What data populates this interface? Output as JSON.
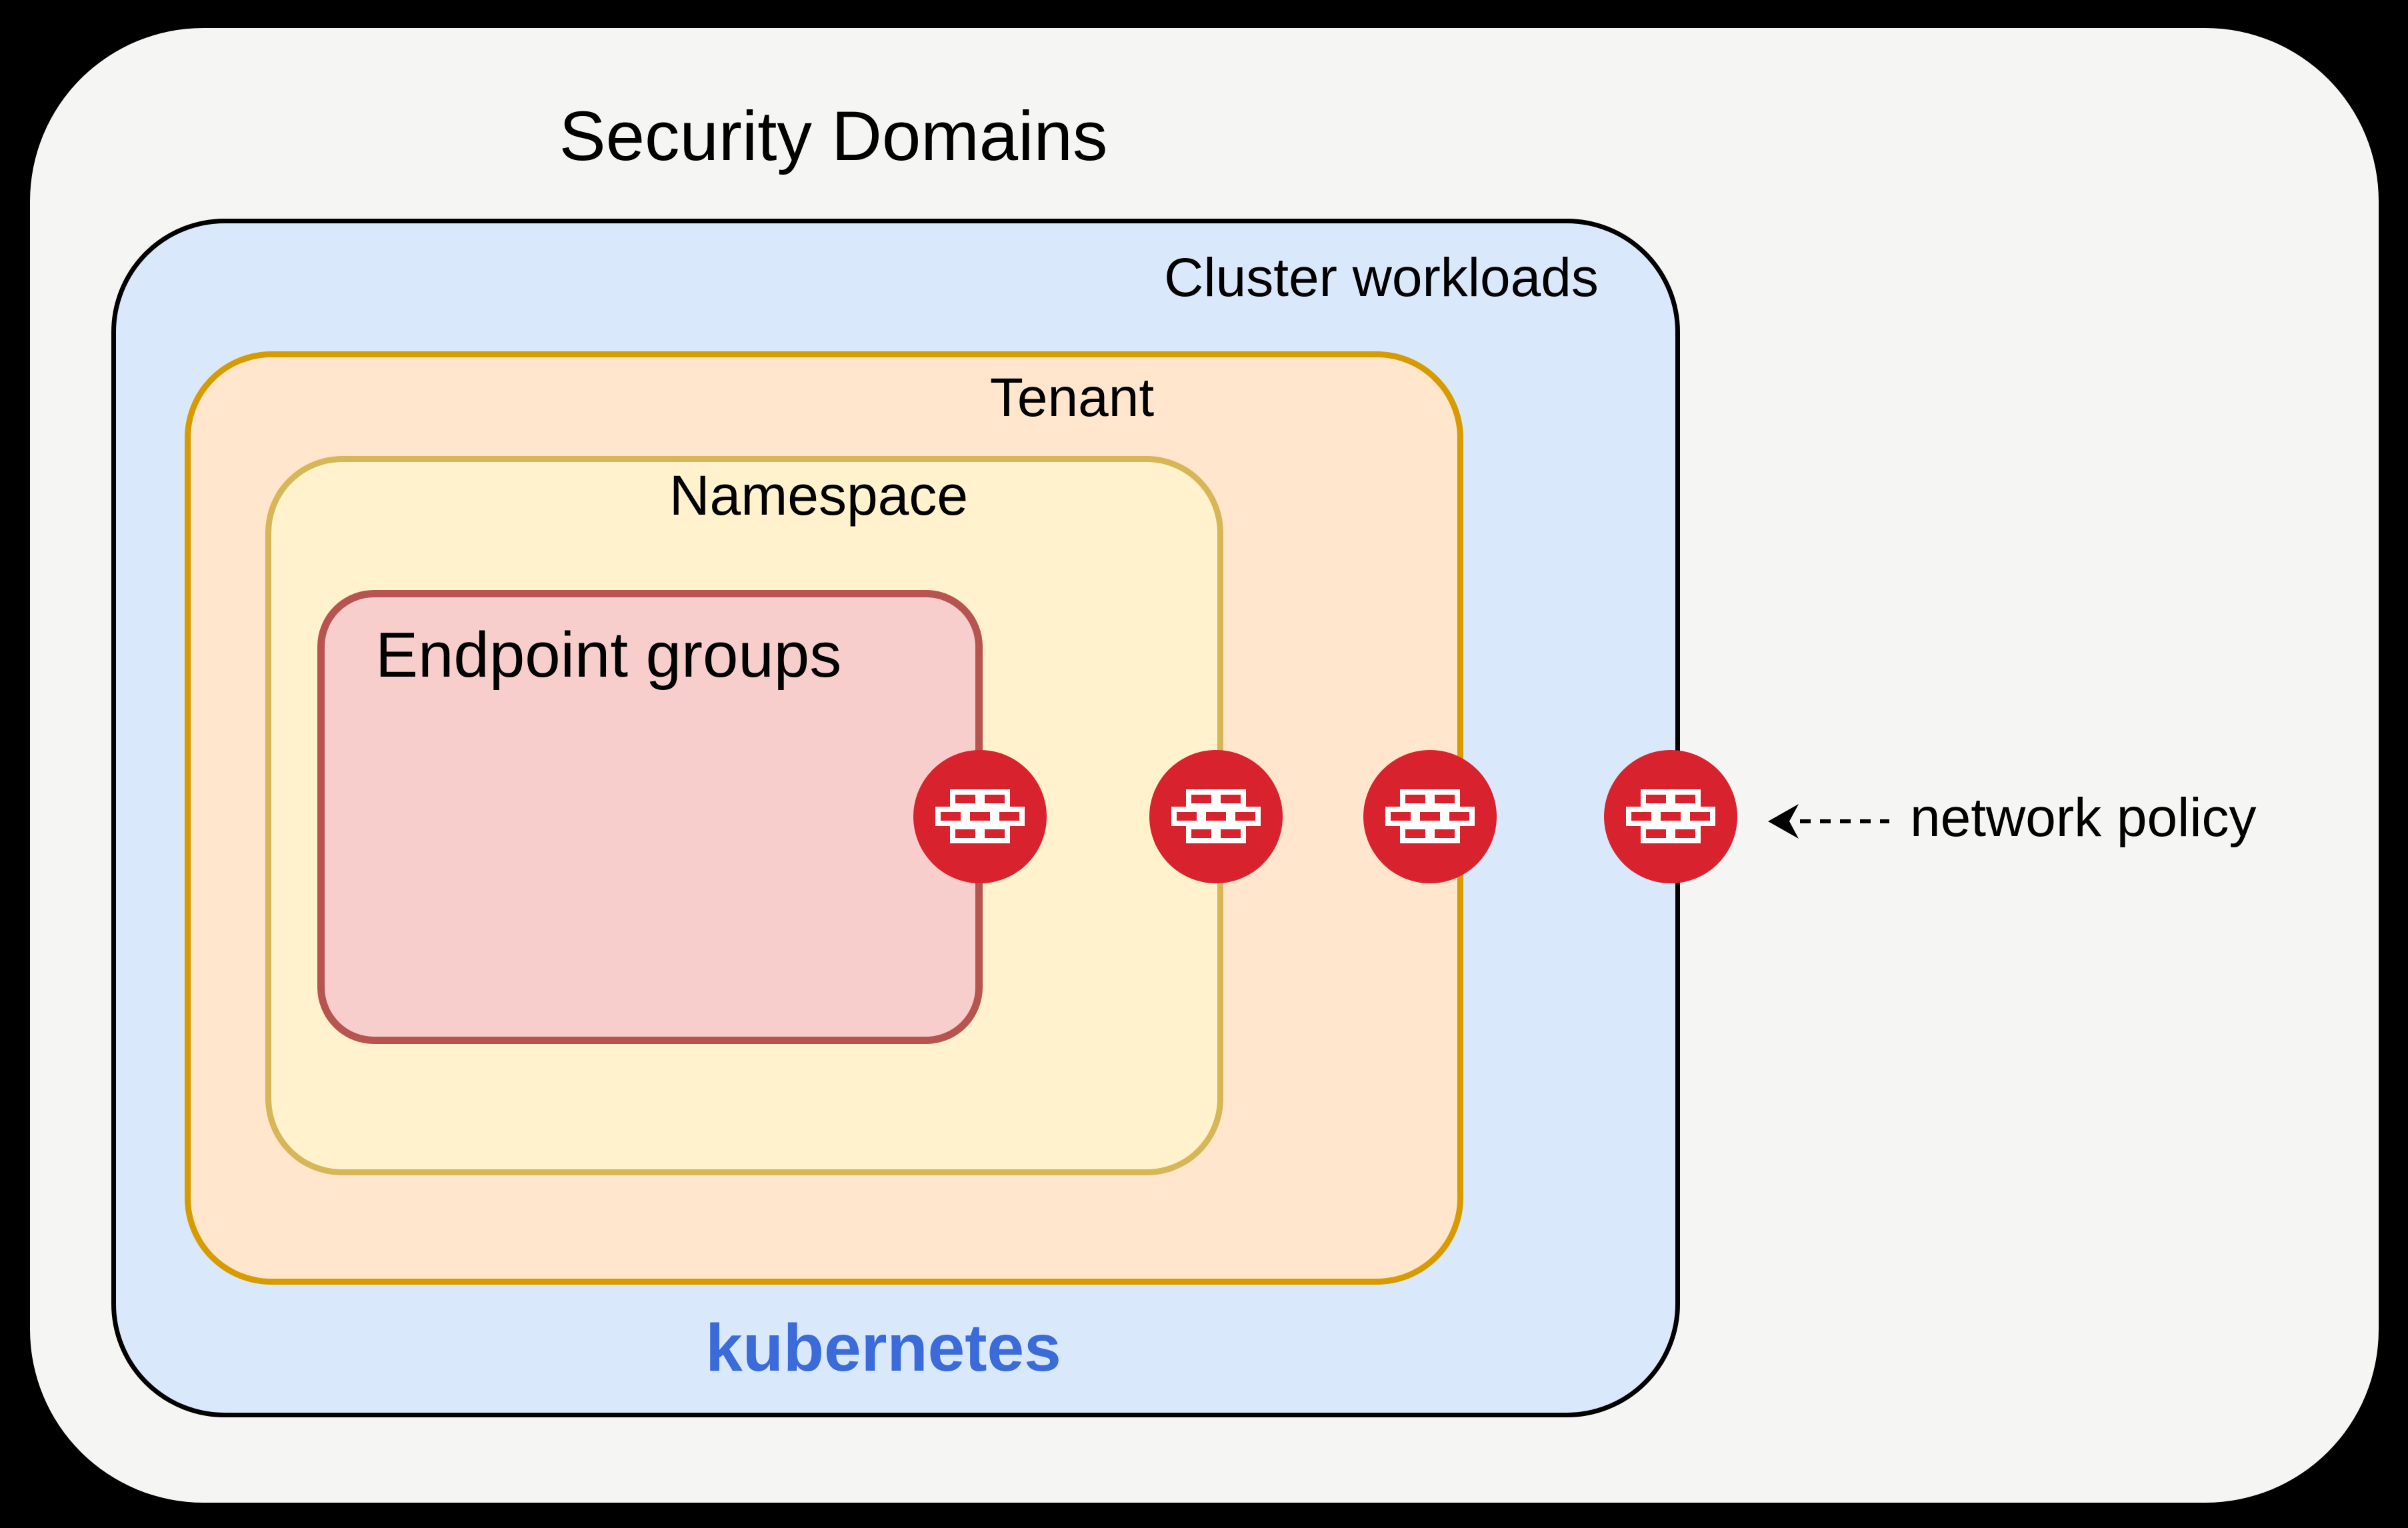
{
  "diagram": {
    "title": "Security Domains",
    "layers": [
      {
        "id": "cluster",
        "label": "Cluster workloads",
        "footer": "kubernetes"
      },
      {
        "id": "tenant",
        "label": "Tenant"
      },
      {
        "id": "namespace",
        "label": "Namespace"
      },
      {
        "id": "endpoint_groups",
        "label": "Endpoint groups"
      }
    ],
    "annotation": {
      "label": "network policy"
    },
    "firewall_icons": {
      "name": "firewall-icon",
      "count": 4,
      "placement": "one on each nested domain boundary, left to right: endpoint-groups, namespace, tenant, cluster"
    }
  },
  "colors": {
    "bg": "#000000",
    "canvas_fill": "#f5f5f4",
    "cluster_fill": "#dae8fc",
    "cluster_stroke": "#000000",
    "tenant_fill": "#ffe6cc",
    "tenant_stroke": "#d79b00",
    "namespace_fill": "#fff2cc",
    "namespace_stroke": "#d6b656",
    "endpoint_fill": "#f8cecc",
    "endpoint_stroke": "#b85450",
    "firewall_red": "#d8232f",
    "kubernetes_blue": "#3a6bd9",
    "text": "#000000"
  }
}
